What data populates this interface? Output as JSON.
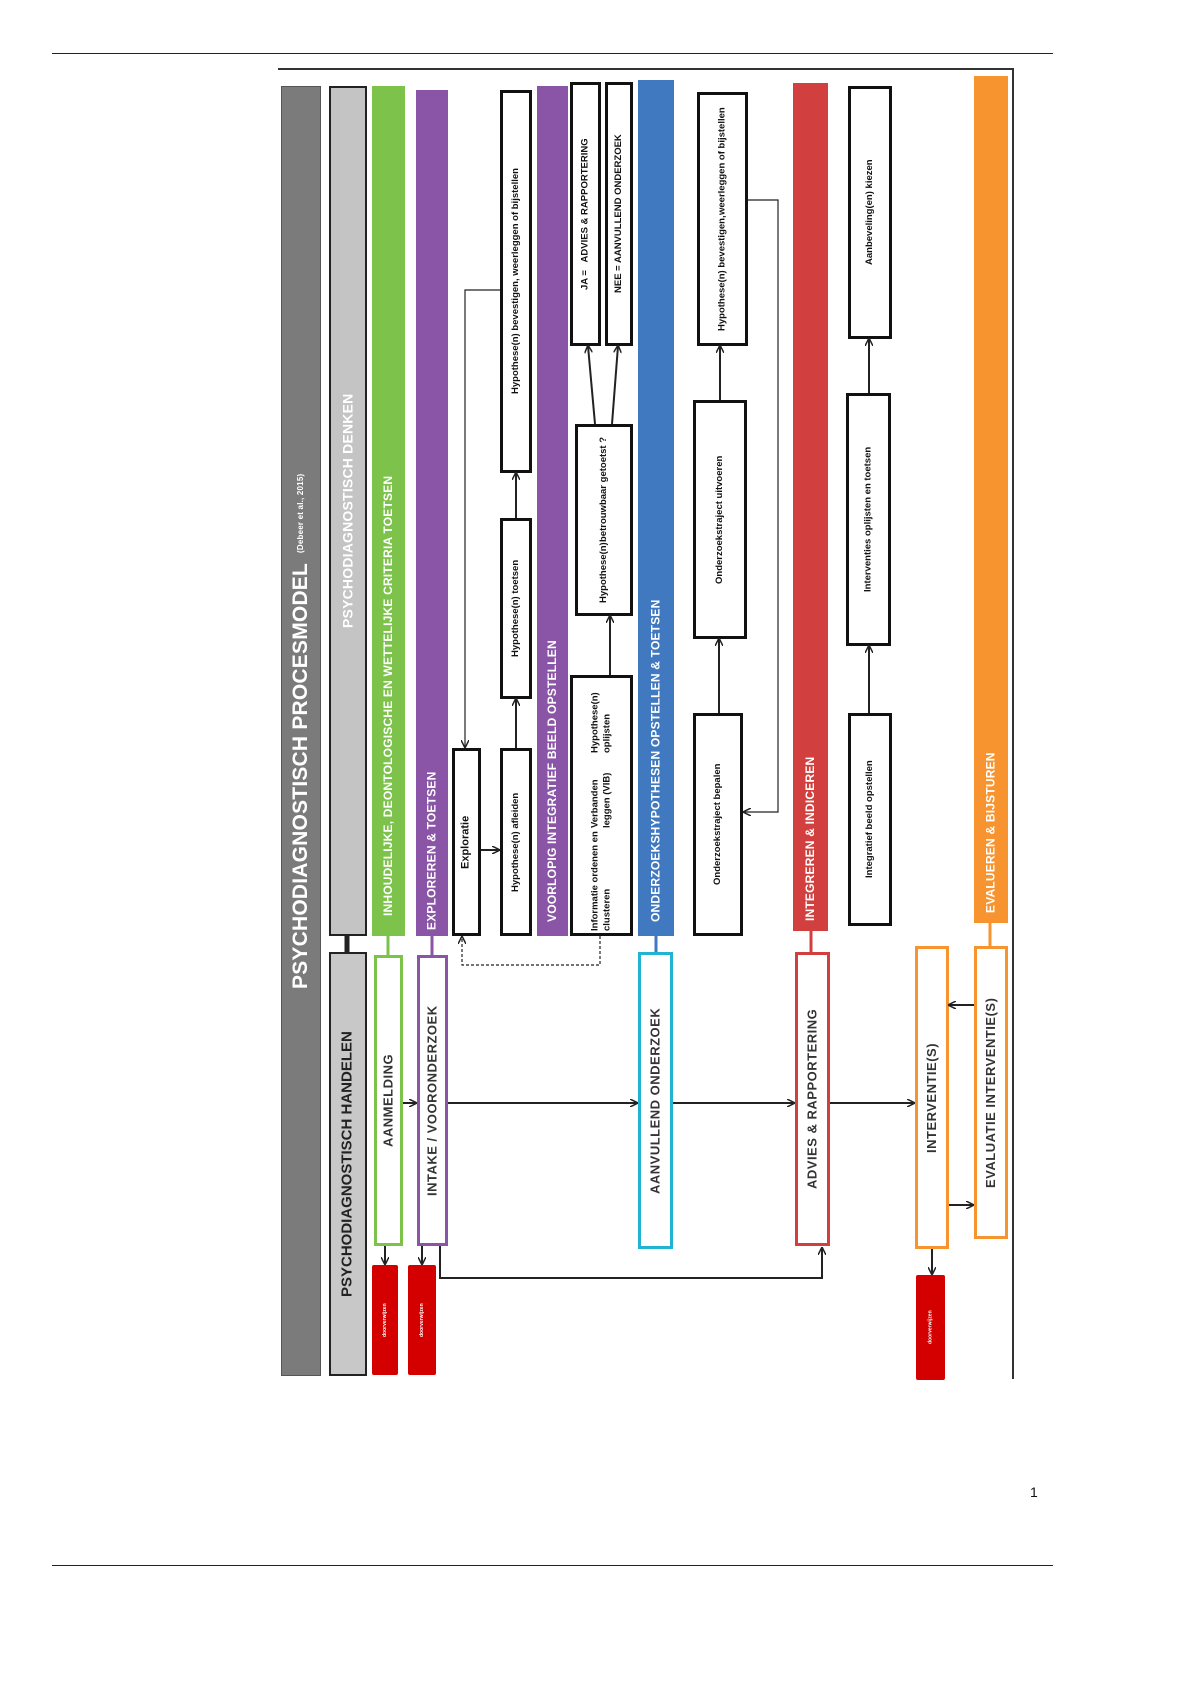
{
  "diagram": {
    "title": "PSYCHODIAGNOSTISCH PROCESMODEL",
    "citation": "(Debeer et al., 2015)",
    "denken": "PSYCHODIAGNOSTISCH DENKEN",
    "handelen": "PSYCHODIAGNOSTISCH HANDELEN",
    "bars": {
      "criteria": "INHOUDELIJKE, DEONTOLOGISCHE EN WETTELIJKE CRITERIA TOETSEN",
      "exploreren": "EXPLOREREN & TOETSEN",
      "voorlopig": "VOORLOPIG INTEGRATIEF BEELD OPSTELLEN",
      "onderzoekshypothesen": "ONDERZOEKSHYPOTHESEN OPSTELLEN & TOETSEN",
      "integreren": "INTEGREREN & INDICEREN",
      "evalueren": "EVALUEREN & BIJSTUREN"
    },
    "steps": {
      "aanmelding": "AANMELDING",
      "intake": "INTAKE / VOORONDERZOEK",
      "aanvullend": "AANVULLEND ONDERZOEK",
      "advies": "ADVIES & RAPPORTERING",
      "interventies": "INTERVENTIE(S)",
      "evaluatie": "EVALUATIE INTERVENTIE(S)"
    },
    "referral": "doorverwijzen",
    "boxes": {
      "exploratie": "Exploratie",
      "afleiden": "Hypothese(n) afleiden",
      "toetsen": "Hypothese(n) toetsen",
      "bevestigen1": "Hypothese(n) bevestigen, weerleggen of bijstellen",
      "informatie": [
        "Informatie ordenen en clusteren",
        "Verbanden leggen (VIB)",
        "Hypothese(n) oplijsten"
      ],
      "betrouwbaar": [
        "Hypothese(n)",
        "betrouwbaar getoetst ?"
      ],
      "ja": "JA =   ADVIES & RAPPORTERING",
      "nee": "NEE = AANVULLEND ONDERZOEK",
      "bepalen": "Onderzoekstraject bepalen",
      "uitvoeren": "Onderzoekstraject uitvoeren",
      "bevestigen2": [
        "Hypothese(n) bevestigen,",
        "weerleggen of bijstellen"
      ],
      "integratief": "Integratief beeld opstellen",
      "interventies_oplijsten": "Interventies oplijsten en toetsen",
      "aanbevelingen": "Aanbeveling(en) kiezen"
    },
    "colors": {
      "gray": "#7b7b7b",
      "lightgray": "#c4c4c4",
      "green": "#7dc24b",
      "purple": "#8a55a6",
      "blue": "#4179c0",
      "cyan": "#20b4d2",
      "red": "#d1403f",
      "orange": "#f7942f"
    }
  },
  "page": {
    "number": "1"
  }
}
